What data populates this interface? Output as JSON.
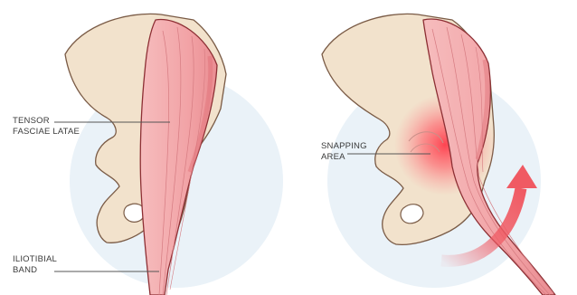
{
  "labels": {
    "tensor": {
      "line1": "TENSOR",
      "line2": "FASCIAE LATAE"
    },
    "iliotibial": {
      "line1": "ILIOTIBIAL",
      "line2": "BAND"
    },
    "snapping": {
      "line1": "SNAPPING",
      "line2": "AREA"
    }
  },
  "colors": {
    "background_circle": "#eaf2f8",
    "bone_fill": "#f2e2cc",
    "bone_stroke": "#7a5b46",
    "muscle_fill": "#f4aeb0",
    "muscle_stroke": "#8d2f34",
    "muscle_dark": "#e88a8f",
    "highlight": "#ff4d5a",
    "arrow": "#f05a63",
    "leader_line": "#555555"
  },
  "panels": [
    {
      "name": "normal-hip",
      "highlighted_area": false,
      "movement_arrow": false
    },
    {
      "name": "snapping-hip",
      "highlighted_area": true,
      "movement_arrow": "arrow-up-right-icon"
    }
  ]
}
